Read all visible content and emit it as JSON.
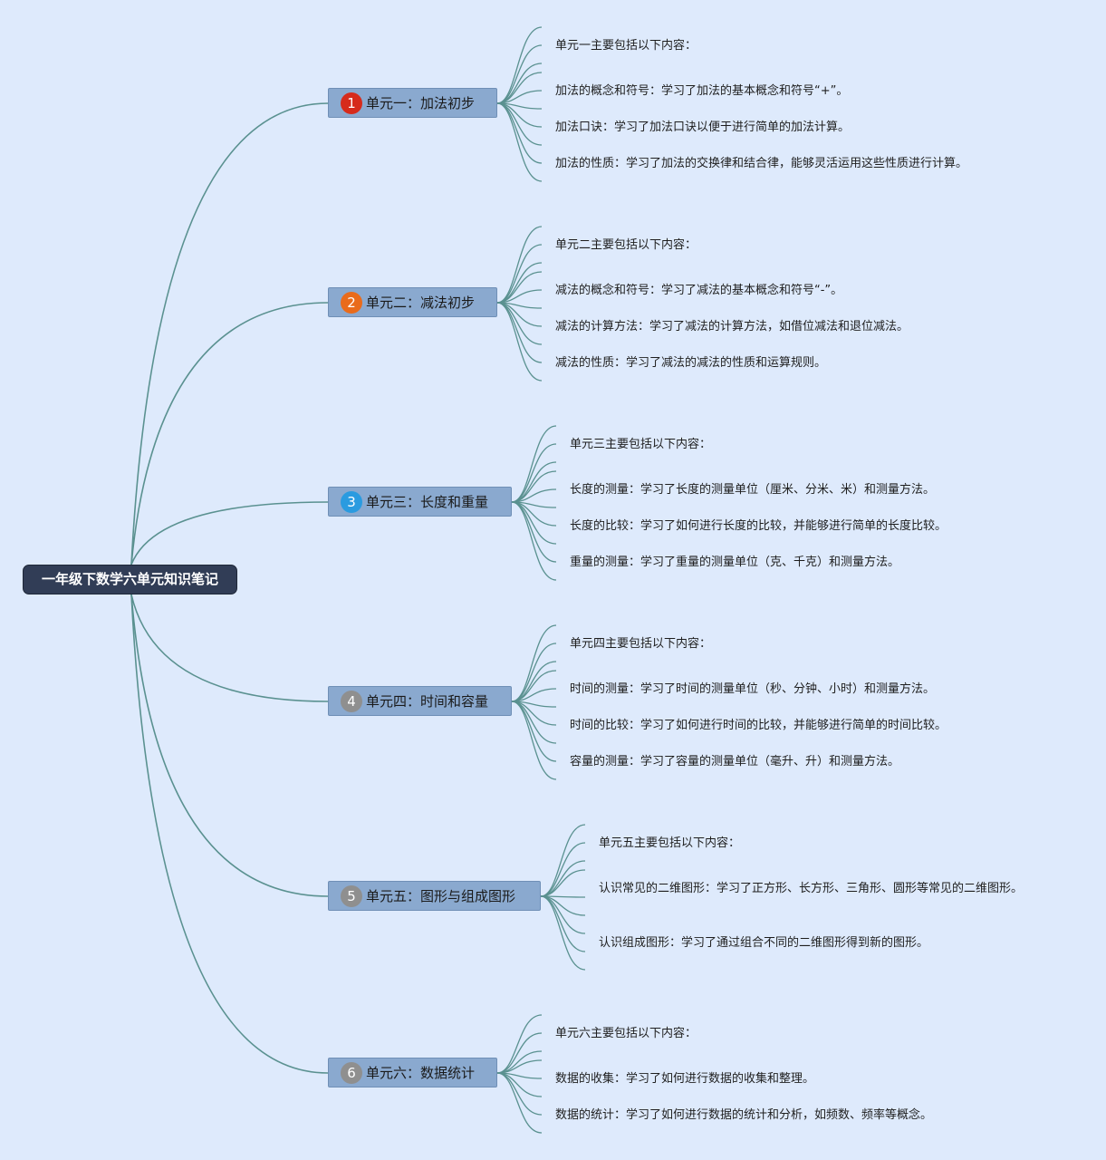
{
  "root": {
    "title": "一年级下数学六单元知识笔记"
  },
  "units": [
    {
      "badge": "1",
      "color": "#d62b1c",
      "label": "单元一：加法初步",
      "items": [
        "单元一主要包括以下内容：",
        "加法的概念和符号：学习了加法的基本概念和符号“+”。",
        "加法口诀：学习了加法口诀以便于进行简单的加法计算。",
        "加法的性质：学习了加法的交换律和结合律，能够灵活运用这些性质进行计算。"
      ]
    },
    {
      "badge": "2",
      "color": "#e96b1b",
      "label": "单元二：减法初步",
      "items": [
        "单元二主要包括以下内容：",
        "减法的概念和符号：学习了减法的基本概念和符号“-”。",
        "减法的计算方法：学习了减法的计算方法，如借位减法和退位减法。",
        "减法的性质：学习了减法的减法的性质和运算规则。"
      ]
    },
    {
      "badge": "3",
      "color": "#2a9be0",
      "label": "单元三：长度和重量",
      "items": [
        "单元三主要包括以下内容：",
        "长度的测量：学习了长度的测量单位（厘米、分米、米）和测量方法。",
        "长度的比较：学习了如何进行长度的比较，并能够进行简单的长度比较。",
        "重量的测量：学习了重量的测量单位（克、千克）和测量方法。"
      ]
    },
    {
      "badge": "4",
      "color": "#8f8f8f",
      "label": "单元四：时间和容量",
      "items": [
        "单元四主要包括以下内容：",
        "时间的测量：学习了时间的测量单位（秒、分钟、小时）和测量方法。",
        "时间的比较：学习了如何进行时间的比较，并能够进行简单的时间比较。",
        "容量的测量：学习了容量的测量单位（毫升、升）和测量方法。"
      ]
    },
    {
      "badge": "5",
      "color": "#8f8f8f",
      "label": "单元五：图形与组成图形",
      "items": [
        "单元五主要包括以下内容：",
        "认识常见的二维图形：学习了正方形、长方形、三角形、圆形等常见的二维图形。",
        "认识组成图形：学习了通过组合不同的二维图形得到新的图形。"
      ]
    },
    {
      "badge": "6",
      "color": "#8f8f8f",
      "label": "单元六：数据统计",
      "items": [
        "单元六主要包括以下内容：",
        "数据的收集：学习了如何进行数据的收集和整理。",
        "数据的统计：学习了如何进行数据的统计和分析，如频数、频率等概念。"
      ]
    }
  ]
}
